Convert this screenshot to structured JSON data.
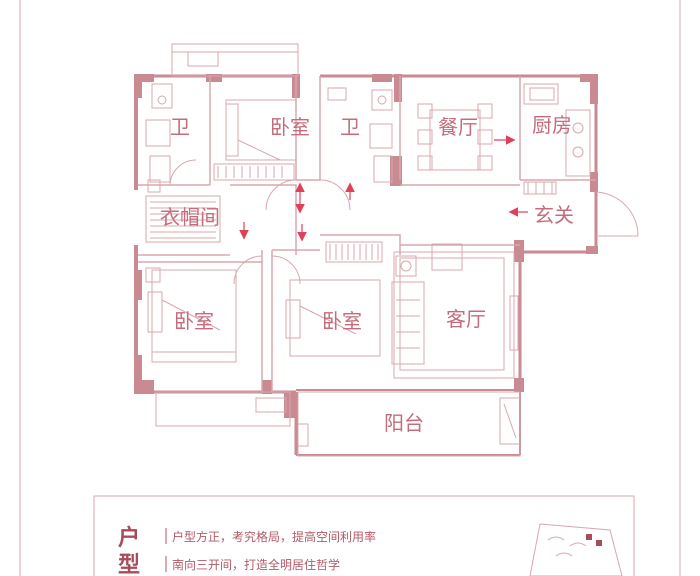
{
  "rooms": {
    "bath_left": "卫",
    "bedroom_master": "卧室",
    "bath_mid": "卫",
    "dining": "餐厅",
    "kitchen": "厨房",
    "cloakroom": "衣帽间",
    "entrance": "玄关",
    "bedroom_left": "卧室",
    "bedroom_mid": "卧室",
    "living": "客厅",
    "balcony": "阳台"
  },
  "info": {
    "heading_line1": "户",
    "heading_line2": "型",
    "point1": "户型方正，考究格局，提高空间利用率",
    "point2": "南向三开间，打造全明居住哲学"
  },
  "colors": {
    "wall": "#c98a92",
    "line": "#d8a7ad",
    "text": "#c46c7c",
    "arrow": "#e0405a"
  }
}
